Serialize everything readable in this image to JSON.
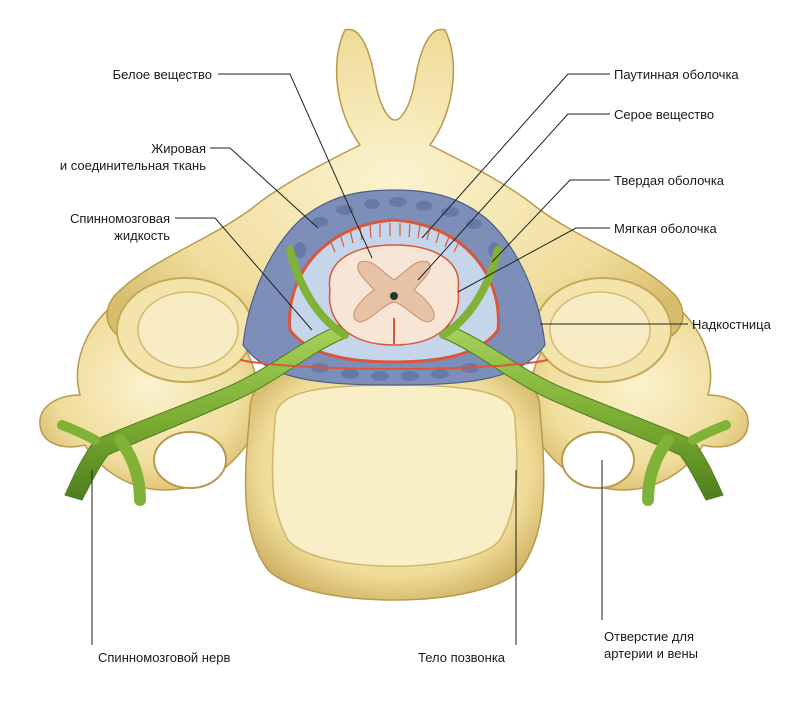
{
  "labels": {
    "white_matter": "Белое вещество",
    "fat_tissue_1": "Жировая",
    "fat_tissue_2": "и соединительная ткань",
    "csf_1": "Спинномозговая",
    "csf_2": "жидкость",
    "arachnoid": "Паутинная оболочка",
    "grey_matter": "Серое вещество",
    "dura": "Твердая оболочка",
    "pia": "Мягкая оболочка",
    "periosteum": "Надкостница",
    "spinal_nerve": "Спинномозговой нерв",
    "vertebral_body": "Тело позвонка",
    "foramen_1": "Отверстие для",
    "foramen_2": "артерии и вены"
  },
  "colors": {
    "bone": "#f1e2a8",
    "bone_dark": "#d9bf6e",
    "bone_outline": "#b89a4c",
    "fat": "#7d8fb8",
    "dura": "#d9573c",
    "csf": "#c6d6ea",
    "white_matter": "#f7e6d6",
    "grey_matter": "#e7c2a6",
    "nerve": "#7fb236",
    "nerve_dark": "#4f7d1f",
    "leader": "#222222"
  }
}
